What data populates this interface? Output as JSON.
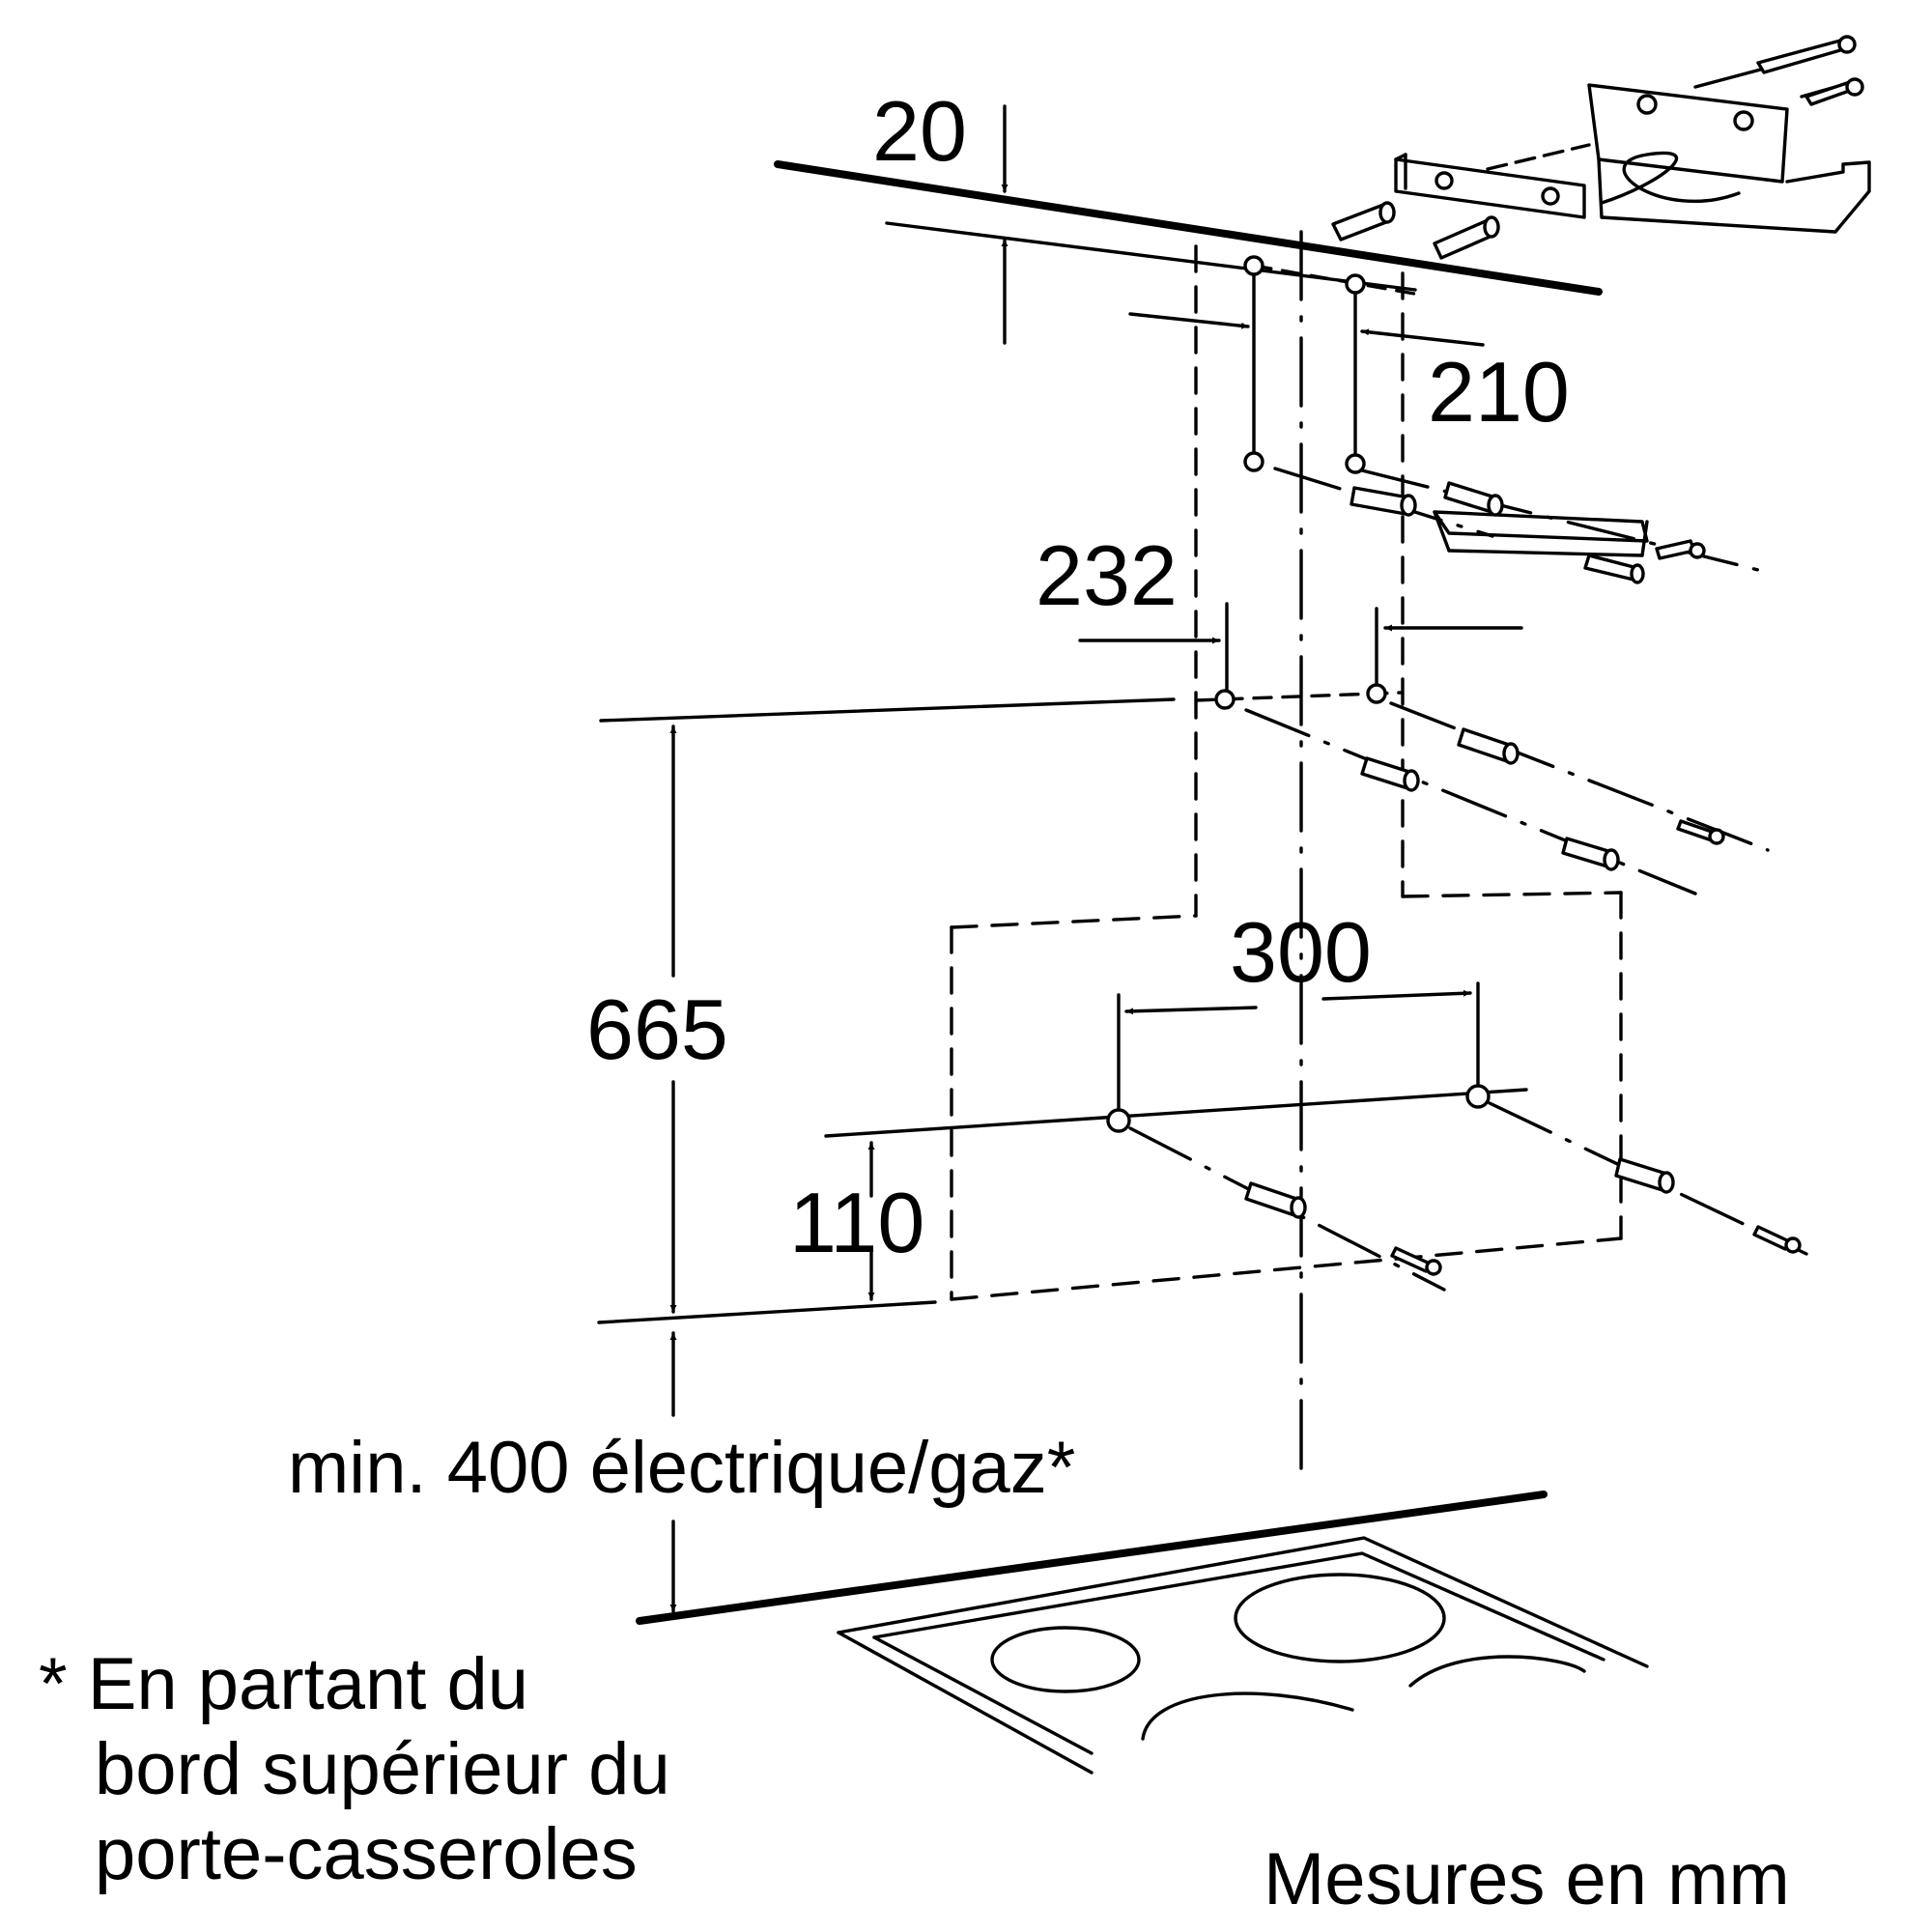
{
  "dimensions": {
    "d20": "20",
    "d210": "210",
    "d232": "232",
    "d300": "300",
    "d665": "665",
    "d110": "110"
  },
  "clearance_note": "min. 400 électrique/gaz*",
  "footnote_lines": [
    "* En partant du",
    "bord supérieur du",
    "porte-casseroles"
  ],
  "units_caption": "Mesures en mm",
  "icons": [
    "wall-bracket-icon",
    "hob-icon",
    "wall-plug-icon",
    "screw-icon"
  ]
}
